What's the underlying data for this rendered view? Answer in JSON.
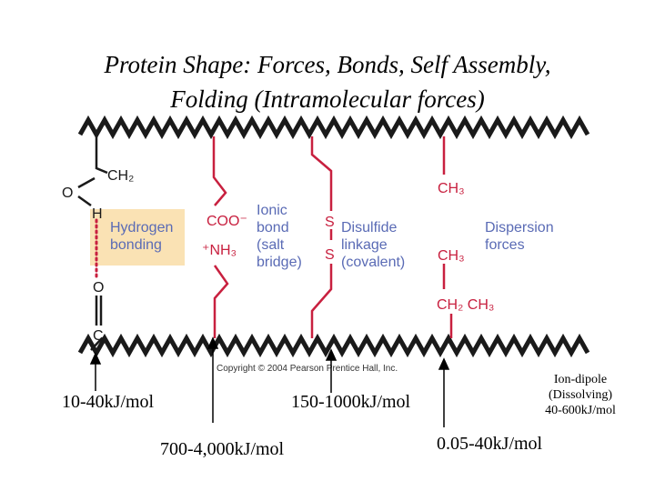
{
  "title": {
    "line1": "Protein Shape: Forces, Bonds, Self Assembly,",
    "line2": "Folding (Intramolecular forces)"
  },
  "diagram": {
    "atoms": {
      "ch2_top": "CH₂",
      "o_left": "O",
      "h_left": "H",
      "o_bottom": "O",
      "c_bottom": "C",
      "coo": "COO⁻",
      "nh3": "⁺NH₃",
      "s_top": "S",
      "s_bottom": "S",
      "ch3_top": "CH₃",
      "ch3_mid": "CH₃",
      "ch2ch3": "CH₂ CH₃"
    },
    "labels": {
      "hydrogen_1": "Hydrogen",
      "hydrogen_2": "bonding",
      "ionic_1": "Ionic",
      "ionic_2": "bond",
      "ionic_3": "(salt",
      "ionic_4": "bridge)",
      "disulfide_1": "Disulfide",
      "disulfide_2": "linkage",
      "disulfide_3": "(covalent)",
      "dispersion_1": "Dispersion",
      "dispersion_2": "forces"
    },
    "copyright": "Copyright © 2004 Pearson Prentice Hall, Inc.",
    "colors": {
      "backbone": "#1a1a1a",
      "chain": "#c8203f",
      "label": "#5a6bb5",
      "hbond_highlight": "#fae2b4",
      "hbond_dots": "#c8203f"
    }
  },
  "energies": {
    "hbond": "10-40kJ/mol",
    "ionic": "700-4,000kJ/mol",
    "disulfide": "150-1000kJ/mol",
    "dispersion": "0.05-40kJ/mol",
    "ion_dipole_1": "Ion-dipole",
    "ion_dipole_2": "(Dissolving)",
    "ion_dipole_3": "40-600kJ/mol"
  }
}
